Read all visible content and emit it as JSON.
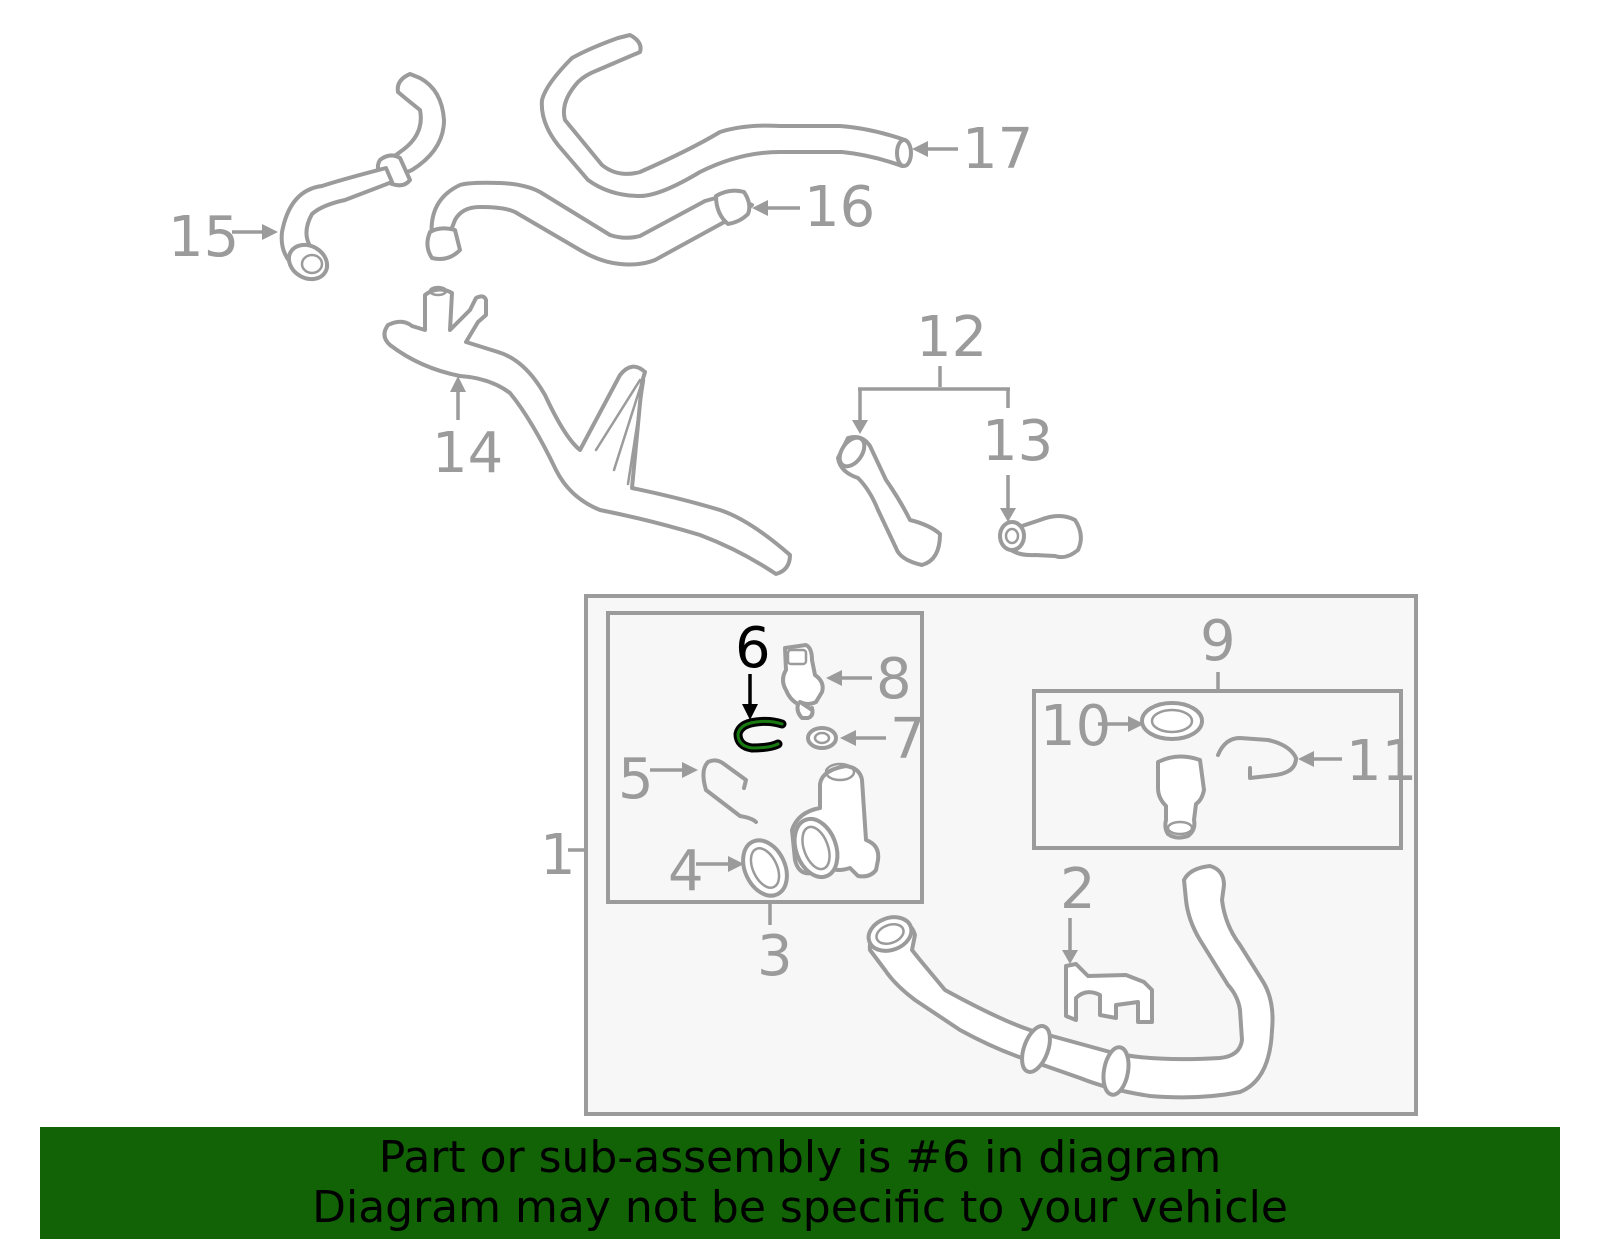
{
  "diagram": {
    "highlighted_part": "6",
    "colors": {
      "line_gray": "#9b9b9b",
      "box_fill": "#f7f7f7",
      "highlight_outline": "#000000",
      "highlight_inner": "#1a7a12",
      "banner_bg": "#116306",
      "banner_text": "#000000"
    },
    "labels": {
      "p1": "1",
      "p2": "2",
      "p3": "3",
      "p4": "4",
      "p5": "5",
      "p6": "6",
      "p7": "7",
      "p8": "8",
      "p9": "9",
      "p10": "10",
      "p11": "11",
      "p12": "12",
      "p13": "13",
      "p14": "14",
      "p15": "15",
      "p16": "16",
      "p17": "17"
    }
  },
  "banner": {
    "line1": "Part or sub-assembly is #6 in diagram",
    "line2": "Diagram may not be specific to your vehicle"
  }
}
